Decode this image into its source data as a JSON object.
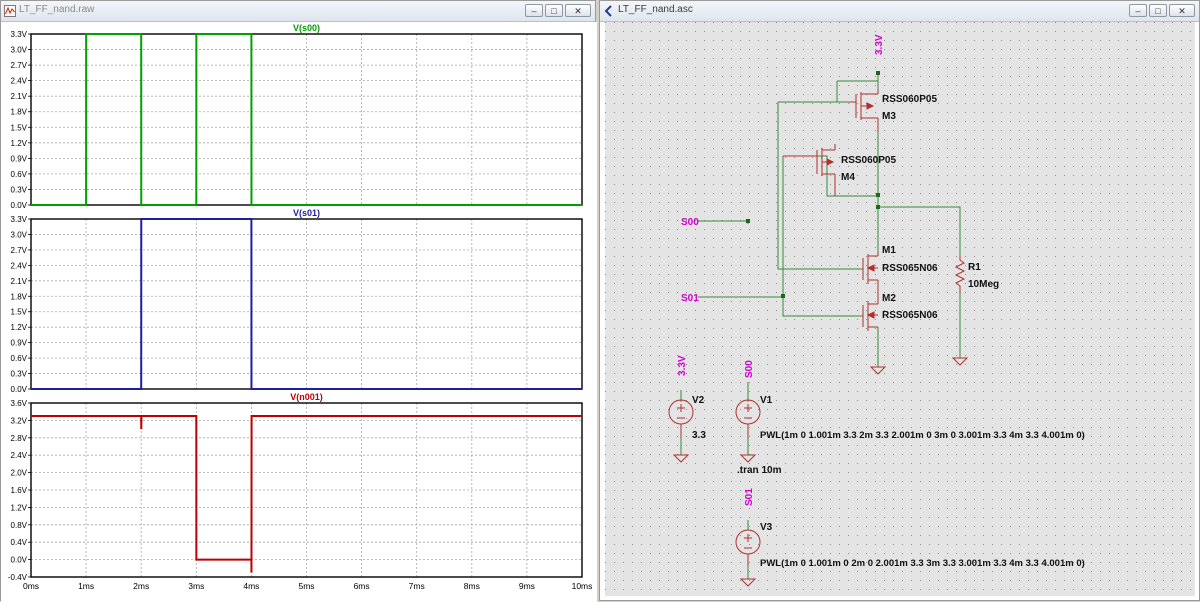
{
  "waveform_window": {
    "title": "LT_FF_nand.raw",
    "buttons": {
      "minimize": "–",
      "maximize": "□",
      "close": "✕"
    },
    "x_ticks": [
      "0ms",
      "1ms",
      "2ms",
      "3ms",
      "4ms",
      "5ms",
      "6ms",
      "7ms",
      "8ms",
      "9ms",
      "10ms"
    ]
  },
  "schematic_window": {
    "title": "LT_FF_nand.asc",
    "buttons": {
      "minimize": "–",
      "maximize": "□",
      "close": "✕"
    },
    "nets": {
      "vdd_top": "3.3V",
      "vdd_v2": "3.3V",
      "s00_v1": "S00",
      "s01_v3": "S01",
      "s00_in": "S00",
      "s01_in": "S01"
    },
    "components": {
      "m3_model": "RSS060P05",
      "m3_name": "M3",
      "m4_model": "RSS060P05",
      "m4_name": "M4",
      "m1_name": "M1",
      "m1_model": "RSS065N06",
      "m2_name": "M2",
      "m2_model": "RSS065N06",
      "r1_name": "R1",
      "r1_value": "10Meg",
      "v2_name": "V2",
      "v2_value": "3.3",
      "v1_name": "V1",
      "v1_value": "PWL(1m 0 1.001m 3.3 2m 3.3 2.001m 0 3m 0 3.001m 3.3 4m 3.3 4.001m 0)",
      "v3_name": "V3",
      "v3_value": "PWL(1m 0 1.001m 0 2m 0 2.001m 3.3 3m 3.3 3.001m 3.3 4m 3.3 4.001m 0)",
      "directive": ".tran 10m"
    }
  },
  "chart_data": [
    {
      "type": "line",
      "title": "V(s00)",
      "color": "#00a000",
      "x_unit": "ms",
      "xlim": [
        0,
        10
      ],
      "ylim": [
        0,
        3.3
      ],
      "grid": true,
      "y_ticks": [
        "0.0V",
        "0.3V",
        "0.6V",
        "0.9V",
        "1.2V",
        "1.5V",
        "1.8V",
        "2.1V",
        "2.4V",
        "2.7V",
        "3.0V",
        "3.3V"
      ],
      "x": [
        0,
        1,
        1.001,
        2,
        2.001,
        3,
        3.001,
        4,
        4.001,
        10
      ],
      "y": [
        0,
        0,
        3.3,
        3.3,
        0,
        0,
        3.3,
        3.3,
        0,
        0
      ]
    },
    {
      "type": "line",
      "title": "V(s01)",
      "color": "#1f1f9e",
      "x_unit": "ms",
      "xlim": [
        0,
        10
      ],
      "ylim": [
        0,
        3.3
      ],
      "grid": true,
      "y_ticks": [
        "0.0V",
        "0.3V",
        "0.6V",
        "0.9V",
        "1.2V",
        "1.5V",
        "1.8V",
        "2.1V",
        "2.4V",
        "2.7V",
        "3.0V",
        "3.3V"
      ],
      "x": [
        0,
        2,
        2.001,
        4,
        4.001,
        10
      ],
      "y": [
        0,
        0,
        3.3,
        3.3,
        0,
        0
      ]
    },
    {
      "type": "line",
      "title": "V(n001)",
      "color": "#c00000",
      "x_unit": "ms",
      "xlim": [
        0,
        10
      ],
      "ylim": [
        -0.4,
        3.6
      ],
      "grid": true,
      "y_ticks": [
        "-0.4V",
        "0.0V",
        "0.4V",
        "0.8V",
        "1.2V",
        "1.6V",
        "2.0V",
        "2.4V",
        "2.8V",
        "3.2V",
        "3.6V"
      ],
      "x": [
        0,
        2,
        2.001,
        2.005,
        3,
        3.001,
        4,
        4.001,
        4.003,
        10
      ],
      "y": [
        3.3,
        3.3,
        3.0,
        3.3,
        3.3,
        0,
        0,
        -0.3,
        3.3,
        3.3
      ]
    }
  ]
}
